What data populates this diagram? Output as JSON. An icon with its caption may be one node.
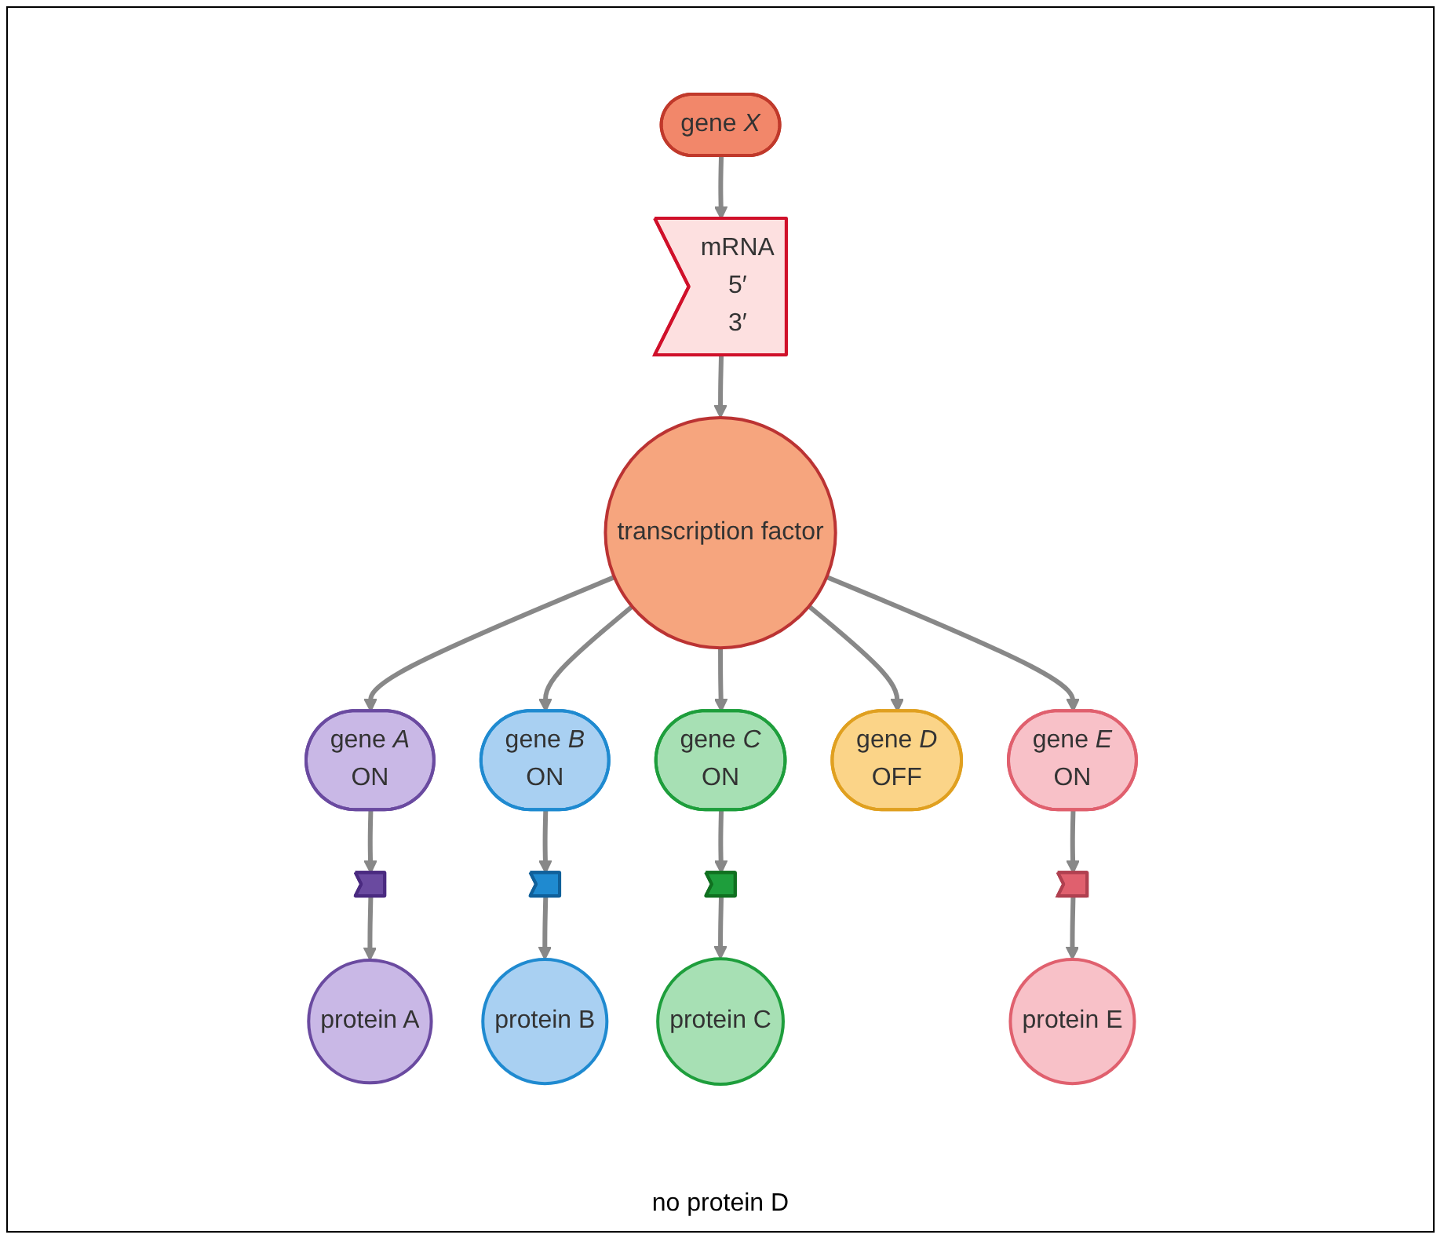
{
  "diagram": {
    "nodes": [
      {
        "text": [
          "gene *X*"
        ]
      },
      {
        "text": [
          "mRNA",
          "5′",
          "3′"
        ]
      },
      {
        "text": [
          "transcription factor"
        ]
      },
      {
        "text": [
          "gene *A*",
          "ON"
        ]
      },
      {
        "text": [
          "gene *B*",
          "ON"
        ]
      },
      {
        "text": [
          "gene *C*",
          "ON"
        ]
      },
      {
        "text": [
          "gene *D*",
          "OFF"
        ]
      },
      {
        "text": [
          "gene *E*",
          "ON"
        ]
      },
      {
        "text": [],
        "shape": "box"
      },
      {
        "text": [],
        "shape": "box"
      },
      {
        "text": [],
        "shape": "box"
      },
      {
        "text": [],
        "shape": "box"
      },
      {
        "text": [
          "protein A"
        ]
      },
      {
        "text": [
          "protein B"
        ]
      },
      {
        "text": [
          "protein C"
        ]
      },
      {
        "text": [
          "protein E"
        ]
      }
    ],
    "edges": [
      {
        "from": 0,
        "to": 1,
        "arrow": "to"
      },
      {
        "from": 1,
        "to": 2,
        "arrow": "to"
      },
      {
        "from": 2,
        "to": 3,
        "arrow": "to"
      },
      {
        "from": 2,
        "to": 4,
        "arrow": "to"
      },
      {
        "from": 2,
        "to": 5,
        "arrow": "to"
      },
      {
        "from": 2,
        "to": 6,
        "arrow": "to"
      },
      {
        "from": 2,
        "to": 7,
        "arrow": "to"
      },
      {
        "from": 3,
        "to": 8,
        "arrow": "to"
      },
      {
        "from": 8,
        "to": 12,
        "arrow": "to"
      },
      {
        "from": 4,
        "to": 9,
        "arrow": "to"
      },
      {
        "from": 9,
        "to": 13,
        "arrow": "to"
      },
      {
        "from": 5,
        "to": 10,
        "arrow": "to"
      },
      {
        "from": 10,
        "to": 14,
        "arrow": "to"
      },
      {
        "from": 7,
        "to": 11,
        "arrow": "to"
      },
      {
        "from": 11,
        "to": 15,
        "arrow": "to"
      }
    ],
    "labels": [
      "no protein D"
    ]
  }
}
